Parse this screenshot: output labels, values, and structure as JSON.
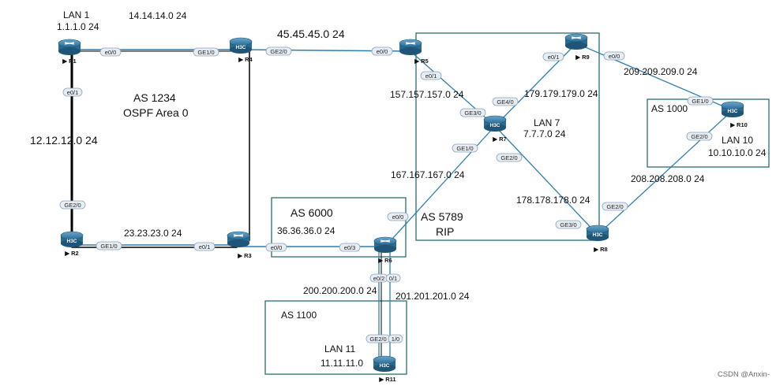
{
  "colors": {
    "link_blue": "#2d7fb3",
    "link_black": "#000000",
    "router_fill": "#3d7fa6",
    "router_dark": "#1f5576",
    "area_border": "#2c6e6e",
    "port_fill": "#e8edf3",
    "port_stroke": "#8aa4bd"
  },
  "networks": {
    "lan1_name": "LAN 1",
    "lan1_net": "1.1.1.0 24",
    "n14": "14.14.14.0 24",
    "n45": "45.45.45.0 24",
    "as1234": "AS 1234",
    "ospf": "OSPF Area 0",
    "n12": "12.12.12.0 24",
    "n23": "23.23.23.0 24",
    "as6000": "AS 6000",
    "n36": "36.36.36.0 24",
    "n157": "157.157.157.0 24",
    "n179": "179.179.179.0 24",
    "lan7_name": "LAN 7",
    "lan7_net": "7.7.7.0 24",
    "n167": "167.167.167.0 24",
    "as5789": "AS  5789",
    "rip": "RIP",
    "n178": "178.178.178.0 24",
    "n209": "209.209.209.0 24",
    "as1000": "AS 1000",
    "lan10_name": "LAN 10",
    "lan10_net": "10.10.10.0 24",
    "n208": "208.208.208.0 24",
    "n200": "200.200.200.0 24",
    "n201": "201.201.201.0 24",
    "as1100": "AS 1100",
    "lan11_name": "LAN 11",
    "lan11_net": "11.11.11.0"
  },
  "routers": {
    "r1": "R1",
    "r2": "R2",
    "r3": "R3",
    "r4": "R4",
    "r5": "R5",
    "r6": "R6",
    "r7": "R7",
    "r8": "R8",
    "r9": "R9",
    "r10": "R10",
    "r11": "R11"
  },
  "brand": "H3C",
  "ports": {
    "r1_e00": "e0/0",
    "r1_e01": "e0/1",
    "r4_ge10": "GE1/0",
    "r4_ge20": "GE2/0",
    "r5_e00": "e0/0",
    "r5_e01": "e0/1",
    "r2_ge20": "GE2/0",
    "r2_ge10": "GE1/0",
    "r3_e01": "e0/1",
    "r3_e00": "e0/0",
    "r6_e03": "e0/3",
    "r6_e00": "e0/0",
    "r6_e02": "e0/2",
    "r6_e01": "0/1",
    "r7_ge30": "GE3/0",
    "r7_ge40": "GE4/0",
    "r7_ge10": "GE1/0",
    "r7_ge20": "GE2/0",
    "r9_e01": "e0/1",
    "r9_e00": "e0/0",
    "r10_ge10": "GE1/0",
    "r10_ge20": "GE2/0",
    "r8_ge20": "GE2/0",
    "r8_ge30": "GE3/0",
    "r11_ge20": "GE2/0",
    "r11_10": "1/0"
  },
  "watermark": "CSDN @Anxin-"
}
